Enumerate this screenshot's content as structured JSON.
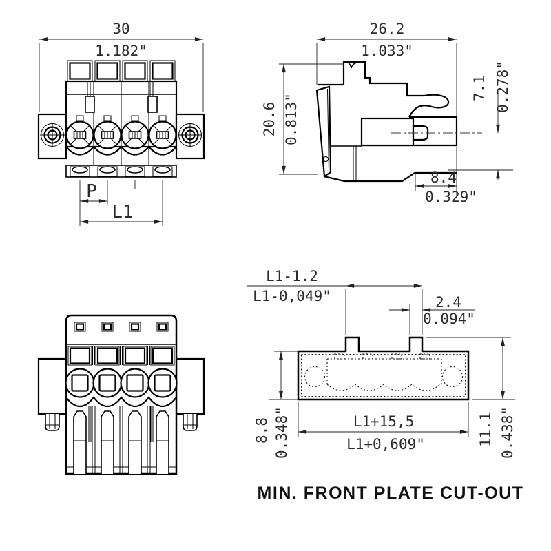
{
  "drawing": {
    "caption": "MIN. FRONT PLATE CUT-OUT",
    "top_view": {
      "total_width_mm": "30",
      "total_width_in": "1.182\"",
      "pitch_label": "P",
      "length_label": "L1"
    },
    "side_view": {
      "depth_mm": "26.2",
      "depth_in": "1.033\"",
      "height_mm": "20.6",
      "height_in": "0.813\"",
      "pin_offset_mm": "7.1",
      "pin_offset_in": "0.278\"",
      "pin_depth_mm": "8.4",
      "pin_depth_in": "0.329\""
    },
    "cutout_view": {
      "tab_span_mm": "L1-1.2",
      "tab_span_in": "L1-0,049\"",
      "tab_width_mm": "2.4",
      "tab_width_in": "0.094\"",
      "cutout_height_mm": "8.8",
      "cutout_height_in": "0.348\"",
      "cutout_width_mm": "L1+15,5",
      "cutout_width_in": "L1+0,609\"",
      "total_height_mm": "11.1",
      "total_height_in": "0.438\""
    }
  },
  "colors": {
    "line": "#000000",
    "dimension": "#222222",
    "background": "#ffffff"
  }
}
